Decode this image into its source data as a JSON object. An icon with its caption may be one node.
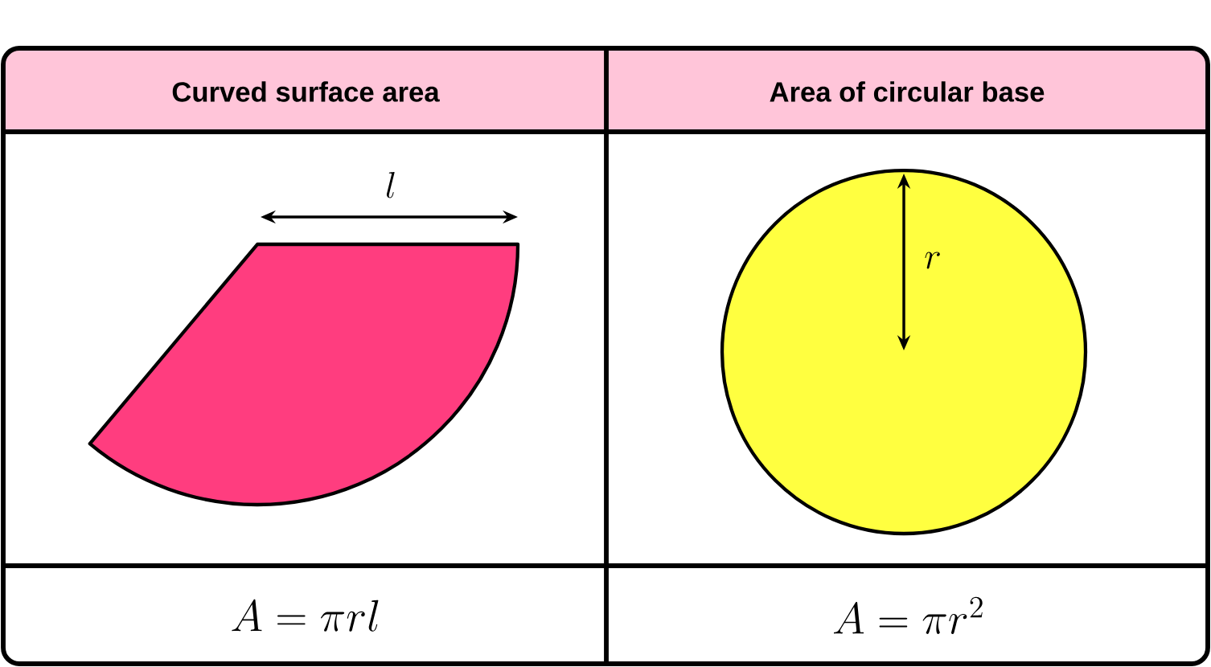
{
  "diagram": {
    "labels": [
      "Curved surface area",
      "Area of circular base",
      "l",
      "r",
      "A = \\pi rl",
      "A = \\pi r^2"
    ]
  }
}
